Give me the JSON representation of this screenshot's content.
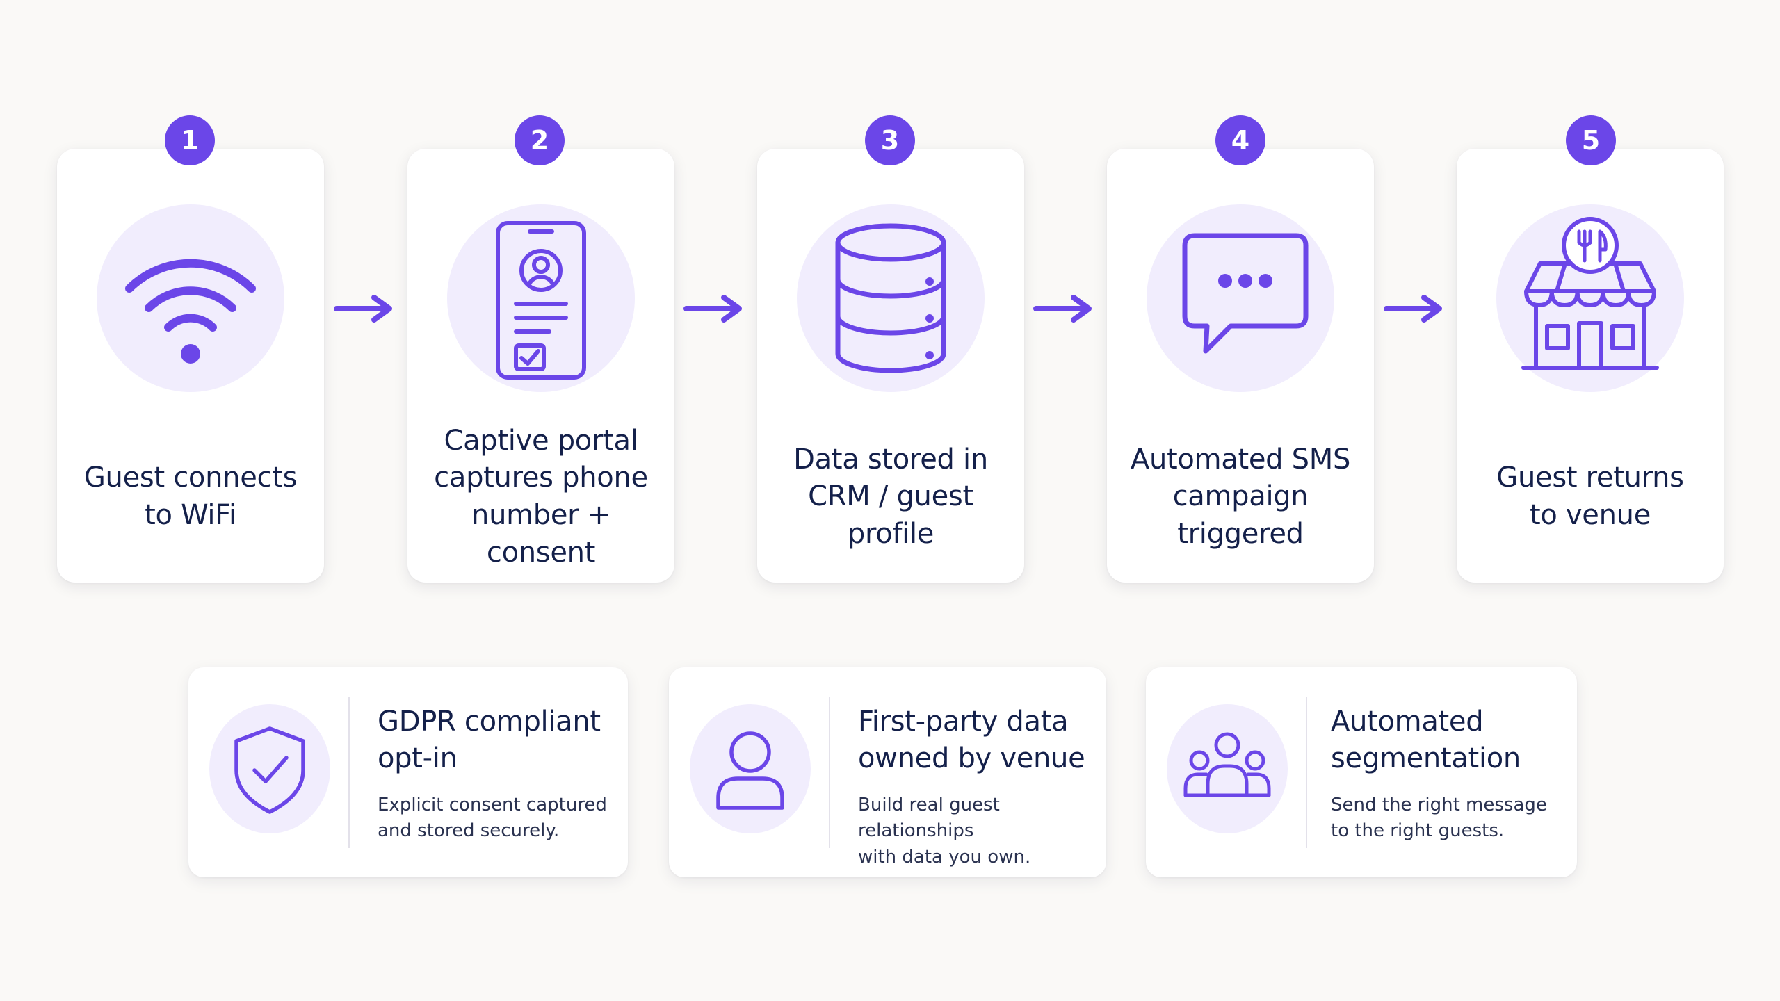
{
  "colors": {
    "accent": "#6b46e8",
    "accent_light": "#f1edfd",
    "text": "#14204a",
    "background": "#faf9f7"
  },
  "steps": [
    {
      "number": "1",
      "label": "Guest connects\nto WiFi",
      "icon": "wifi-icon"
    },
    {
      "number": "2",
      "label": "Captive portal\ncaptures phone\nnumber + consent",
      "icon": "phone-form-icon"
    },
    {
      "number": "3",
      "label": "Data stored in\nCRM / guest\nprofile",
      "icon": "database-icon"
    },
    {
      "number": "4",
      "label": "Automated SMS\ncampaign\ntriggered",
      "icon": "chat-bubble-icon"
    },
    {
      "number": "5",
      "label": "Guest returns\nto venue",
      "icon": "restaurant-icon"
    }
  ],
  "features": [
    {
      "title": "GDPR compliant\nopt-in",
      "description": "Explicit consent captured\nand stored securely.",
      "icon": "shield-check-icon"
    },
    {
      "title": "First-party data\nowned by venue",
      "description": "Build real guest relationships\nwith data you own.",
      "icon": "user-icon"
    },
    {
      "title": "Automated\nsegmentation",
      "description": "Send the right message\nto the right guests.",
      "icon": "group-icon"
    }
  ]
}
